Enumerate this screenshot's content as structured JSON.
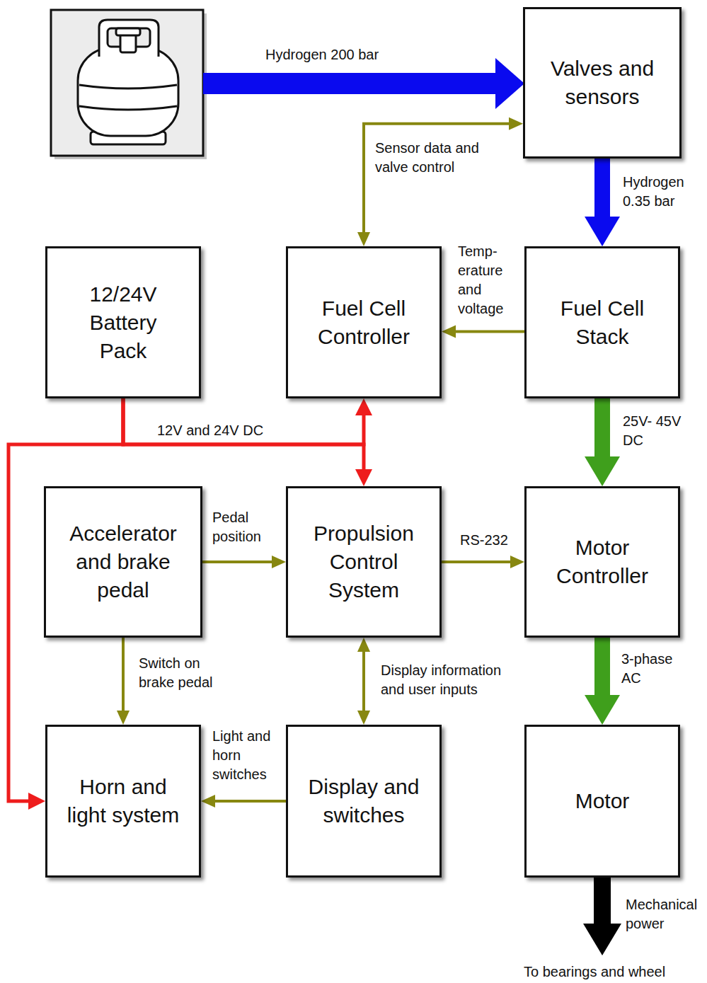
{
  "diagram": {
    "nodes": [
      {
        "text": [
          "Valves and sensors"
        ]
      },
      {
        "text": [
          "12/24V Battery Pack"
        ]
      },
      {
        "text": [
          "Fuel Cell Controller"
        ]
      },
      {
        "text": [
          "Fuel Cell Stack"
        ]
      },
      {
        "text": [
          "Accelerator and brake pedal"
        ]
      },
      {
        "text": [
          "Propulsion Control System"
        ]
      },
      {
        "text": [
          "Motor Controller"
        ]
      },
      {
        "text": [
          "Horn and light system"
        ]
      },
      {
        "text": [
          "Display and switches"
        ]
      },
      {
        "text": [
          "Motor"
        ]
      }
    ],
    "edges": [
      {
        "from": 2,
        "to": 0,
        "label": "Sensor data and valve control",
        "arrow": "both"
      },
      {
        "from": 0,
        "to": 3,
        "label": "Hydrogen 0.35 bar",
        "arrow": "to"
      },
      {
        "from": 3,
        "to": 2,
        "label": "Temp- erature and voltage",
        "arrow": "to"
      },
      {
        "from": 1,
        "to": 2,
        "label": "12V and 24V DC",
        "arrow": "to"
      },
      {
        "from": 1,
        "to": 5,
        "arrow": "to"
      },
      {
        "from": 1,
        "to": 7,
        "arrow": "to"
      },
      {
        "from": 3,
        "to": 6,
        "label": "25V- 45V DC",
        "arrow": "to"
      },
      {
        "from": 4,
        "to": 5,
        "label": "Pedal position",
        "arrow": "to"
      },
      {
        "from": 5,
        "to": 6,
        "label": "RS-232",
        "arrow": "to"
      },
      {
        "from": 4,
        "to": 7,
        "label": "Switch on brake pedal",
        "arrow": "to"
      },
      {
        "from": 5,
        "to": 8,
        "label": "Display information and user inputs",
        "arrow": "both"
      },
      {
        "from": 8,
        "to": 7,
        "label": "Light and horn switches",
        "arrow": "to"
      },
      {
        "from": 6,
        "to": 9,
        "label": "3-phase AC",
        "arrow": "to"
      }
    ],
    "labels": [
      "Hydrogen 200 bar",
      "Mechanical power",
      "To bearings and wheel"
    ]
  }
}
